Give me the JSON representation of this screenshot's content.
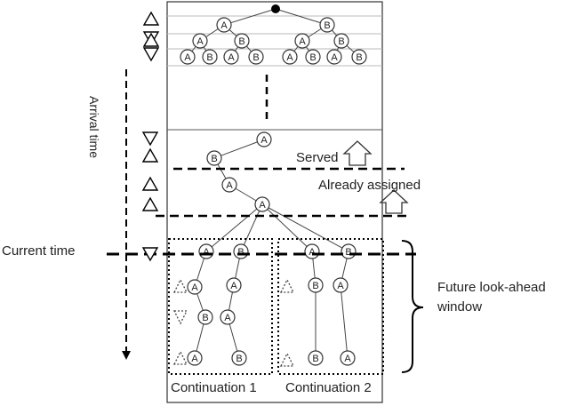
{
  "labels": {
    "arrival_time": "Arrival time",
    "current_time": "Current time",
    "served": "Served",
    "already_assigned": "Already assigned",
    "future_window_line1": "Future look-ahead",
    "future_window_line2": "window",
    "continuation_1": "Continuation 1",
    "continuation_2": "Continuation 2"
  },
  "node_letters": {
    "a": "A",
    "b": "B"
  },
  "icons": [
    "triangle-up-icon",
    "triangle-down-icon",
    "triangle-up-dotted-icon",
    "triangle-down-dotted-icon",
    "hollow-up-arrow-icon"
  ]
}
